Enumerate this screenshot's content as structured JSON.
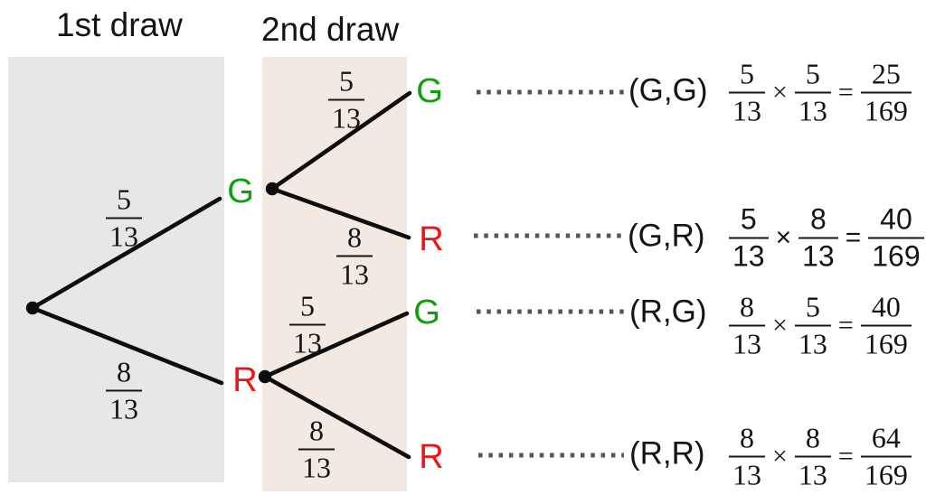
{
  "headers": {
    "first_draw": "1st draw",
    "second_draw": "2nd draw"
  },
  "colors": {
    "node_green": "#0da00d",
    "node_red": "#ec1414",
    "first_draw_panel": "#e7e7e7",
    "second_draw_panel": "#f3e9e3",
    "tree_line": "#0d0d0d",
    "dotted_leader": "#555555",
    "text": "#141414"
  },
  "symbols": {
    "times": "×",
    "equals": "="
  },
  "tree": {
    "level1_branches": [
      {
        "label": "G",
        "color": "green",
        "probability": {
          "num": "5",
          "den": "13"
        }
      },
      {
        "label": "R",
        "color": "red",
        "probability": {
          "num": "8",
          "den": "13"
        }
      }
    ],
    "level2_branches": [
      {
        "from": "G",
        "label": "G",
        "color": "green",
        "probability": {
          "num": "5",
          "den": "13"
        }
      },
      {
        "from": "G",
        "label": "R",
        "color": "red",
        "probability": {
          "num": "8",
          "den": "13"
        }
      },
      {
        "from": "R",
        "label": "G",
        "color": "green",
        "probability": {
          "num": "5",
          "den": "13"
        }
      },
      {
        "from": "R",
        "label": "R",
        "color": "red",
        "probability": {
          "num": "8",
          "den": "13"
        }
      }
    ]
  },
  "outcomes": [
    {
      "pair": "(G,G)",
      "f1": {
        "num": "5",
        "den": "13"
      },
      "f2": {
        "num": "5",
        "den": "13"
      },
      "result": {
        "num": "25",
        "den": "169"
      }
    },
    {
      "pair": "(G,R)",
      "f1": {
        "num": "5",
        "den": "13"
      },
      "f2": {
        "num": "8",
        "den": "13"
      },
      "result": {
        "num": "40",
        "den": "169"
      }
    },
    {
      "pair": "(R,G)",
      "f1": {
        "num": "8",
        "den": "13"
      },
      "f2": {
        "num": "5",
        "den": "13"
      },
      "result": {
        "num": "40",
        "den": "169"
      }
    },
    {
      "pair": "(R,R)",
      "f1": {
        "num": "8",
        "den": "13"
      },
      "f2": {
        "num": "8",
        "den": "13"
      },
      "result": {
        "num": "64",
        "den": "169"
      }
    }
  ]
}
